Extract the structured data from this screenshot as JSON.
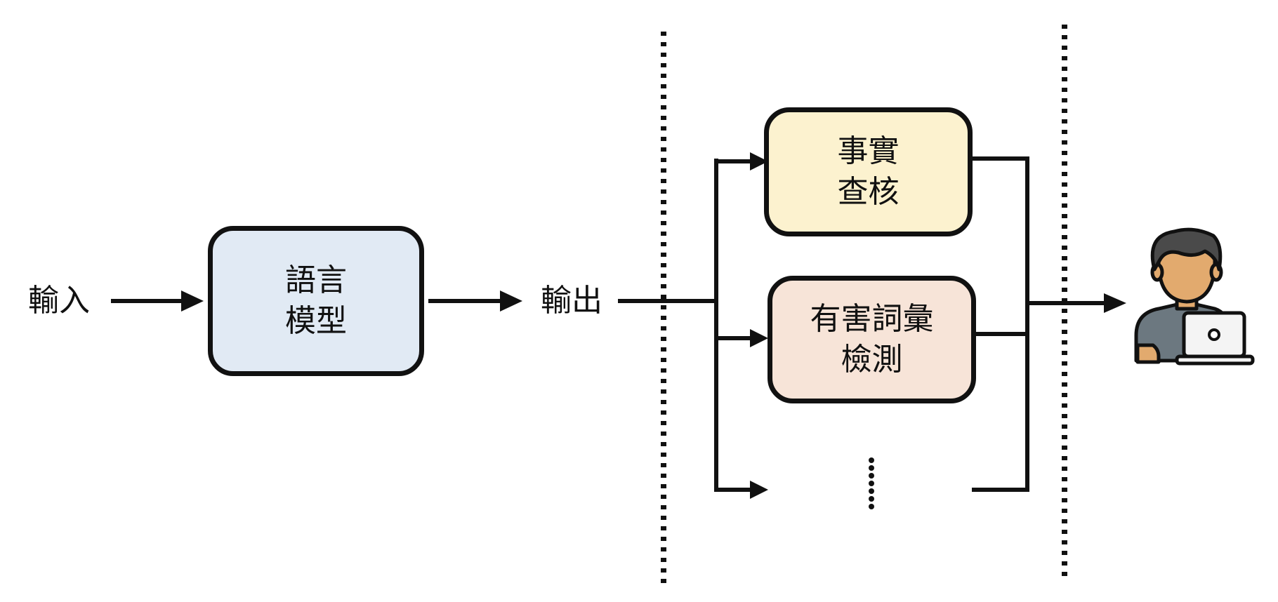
{
  "labels": {
    "input": "輸入",
    "output": "輸出"
  },
  "boxes": {
    "language_model": {
      "line1": "語言",
      "line2": "模型",
      "fill": "#e1eaf4"
    },
    "fact_check": {
      "line1": "事實",
      "line2": "查核",
      "fill": "#fcf2cf"
    },
    "harmful_words": {
      "line1": "有害詞彙",
      "line2": "檢測",
      "fill": "#f7e4d8"
    }
  },
  "colors": {
    "stroke": "#111111",
    "background": "#ffffff"
  },
  "icons": {
    "user": "person-with-laptop-icon",
    "more": "vertical-ellipsis-icon"
  }
}
